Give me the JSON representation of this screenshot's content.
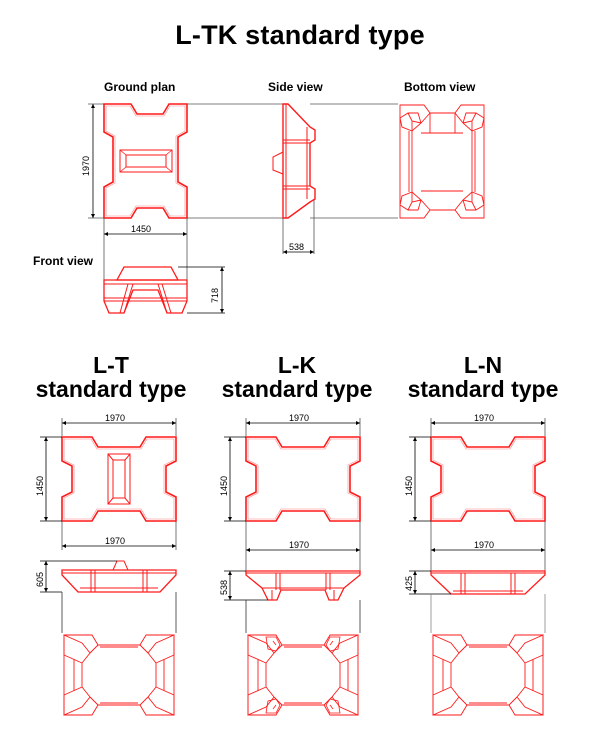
{
  "main": {
    "title": "L-TK standard type",
    "views": {
      "ground_plan": "Ground plan",
      "side_view": "Side view",
      "bottom_view": "Bottom view",
      "front_view": "Front view"
    },
    "dimensions": {
      "plan_height": "1970",
      "plan_width": "1450",
      "side_depth": "538",
      "front_height": "718"
    }
  },
  "variants": [
    {
      "name": "L-T",
      "subtitle": "standard type",
      "width": "1970",
      "depth": "1450",
      "front_width": "1970",
      "height": "605"
    },
    {
      "name": "L-K",
      "subtitle": "standard type",
      "width": "1970",
      "depth": "1450",
      "front_width": "1970",
      "height": "538"
    },
    {
      "name": "L-N",
      "subtitle": "standard type",
      "width": "1970",
      "depth": "1450",
      "front_width": "1970",
      "height": "425"
    }
  ],
  "colors": {
    "drawing": "#ff1a1a",
    "dimension": "#000000"
  }
}
